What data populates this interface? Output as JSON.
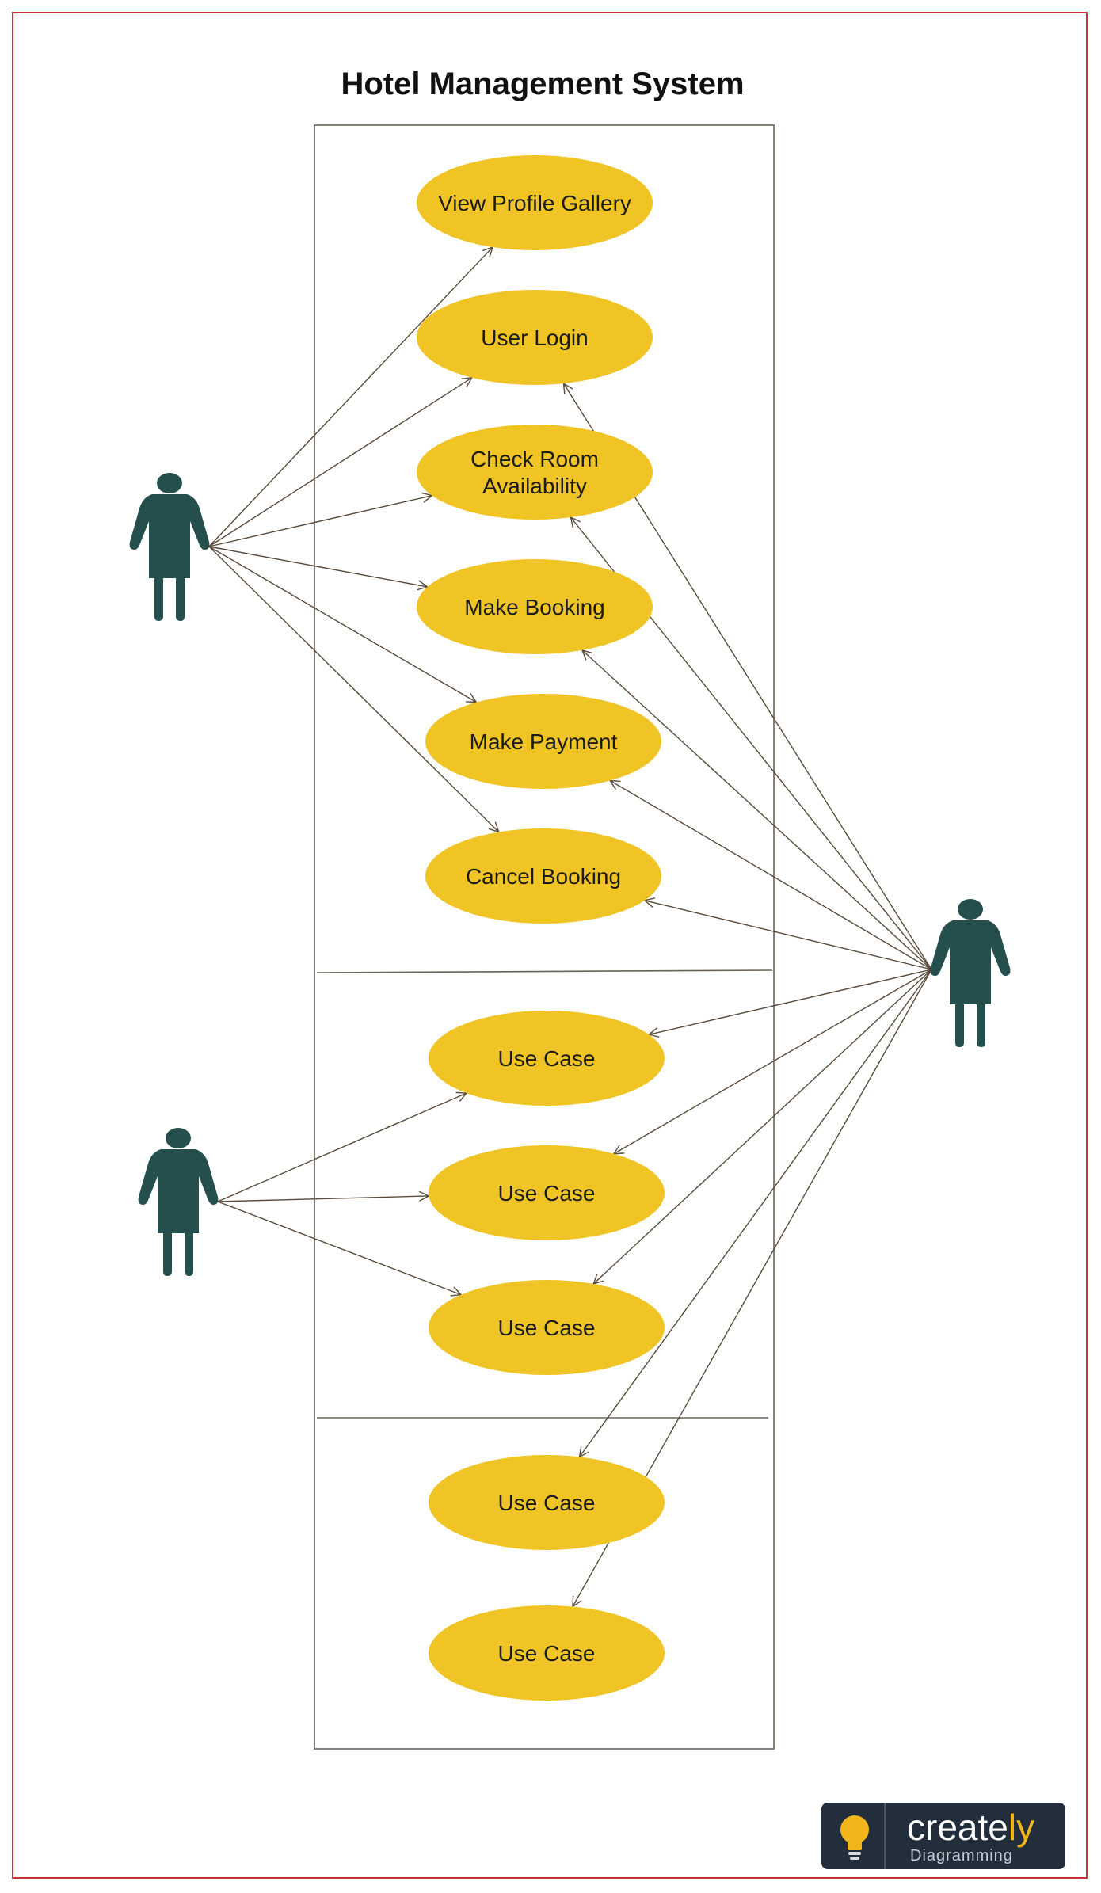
{
  "title": "Hotel Management System",
  "colors": {
    "usecase_fill": "#f0c424",
    "actor_fill": "#244f4c",
    "line": "#5a4a3a",
    "frame_border": "#c8323c",
    "logo_bg": "#222e3c",
    "logo_accent": "#f2b61a"
  },
  "use_cases": [
    {
      "label": "View Profile Gallery"
    },
    {
      "label": "User Login"
    },
    {
      "label": "Check Room Availability",
      "lines": [
        "Check Room",
        "Availability"
      ]
    },
    {
      "label": "Make Booking"
    },
    {
      "label": "Make Payment"
    },
    {
      "label": "Cancel Booking"
    },
    {
      "label": "Use Case"
    },
    {
      "label": "Use Case"
    },
    {
      "label": "Use Case"
    },
    {
      "label": "Use Case"
    },
    {
      "label": "Use Case"
    }
  ],
  "actors": [
    {
      "id": "actor-left-top",
      "connects_to": [
        0,
        1,
        2,
        3,
        4,
        5
      ]
    },
    {
      "id": "actor-left-bottom",
      "connects_to": [
        6,
        7,
        8
      ]
    },
    {
      "id": "actor-right",
      "connects_to": [
        1,
        2,
        3,
        4,
        5,
        6,
        7,
        8,
        9,
        10
      ]
    }
  ],
  "logo": {
    "brand": "create",
    "brand_accent": "ly",
    "subtitle": "Diagramming",
    "icon": "lightbulb-icon"
  }
}
